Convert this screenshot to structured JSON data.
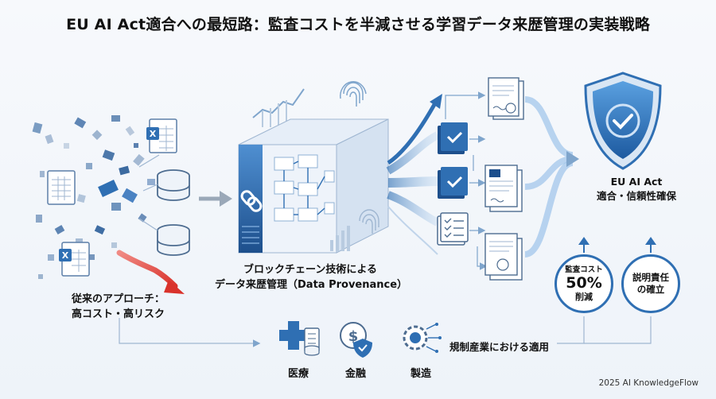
{
  "title": "EU AI Act適合への最短路：監査コストを半減させる学習データ来歴管理の実装戦略",
  "legacy": {
    "line1": "従来のアプローチ：",
    "line2": "高コスト・高リスク"
  },
  "blockchain": {
    "line1": "ブロックチェーン技術による",
    "line2": "データ来歴管理（Data Provenance）"
  },
  "compliance": {
    "line1": "EU AI Act",
    "line2": "適合・信頼性確保"
  },
  "cost_badge": {
    "top": "監査コスト",
    "value": "50%",
    "bottom": "削減"
  },
  "accountability_badge": {
    "line1": "説明責任",
    "line2": "の確立"
  },
  "regulated_industries": "規制産業における適用",
  "industries": {
    "medical": "医療",
    "finance": "金融",
    "manufacturing": "製造"
  },
  "footer": "2025 AI KnowledgeFlow",
  "colors": {
    "accent": "#2f6fb3",
    "accent_dark": "#1d4f8c",
    "risk_red": "#d9322b"
  }
}
